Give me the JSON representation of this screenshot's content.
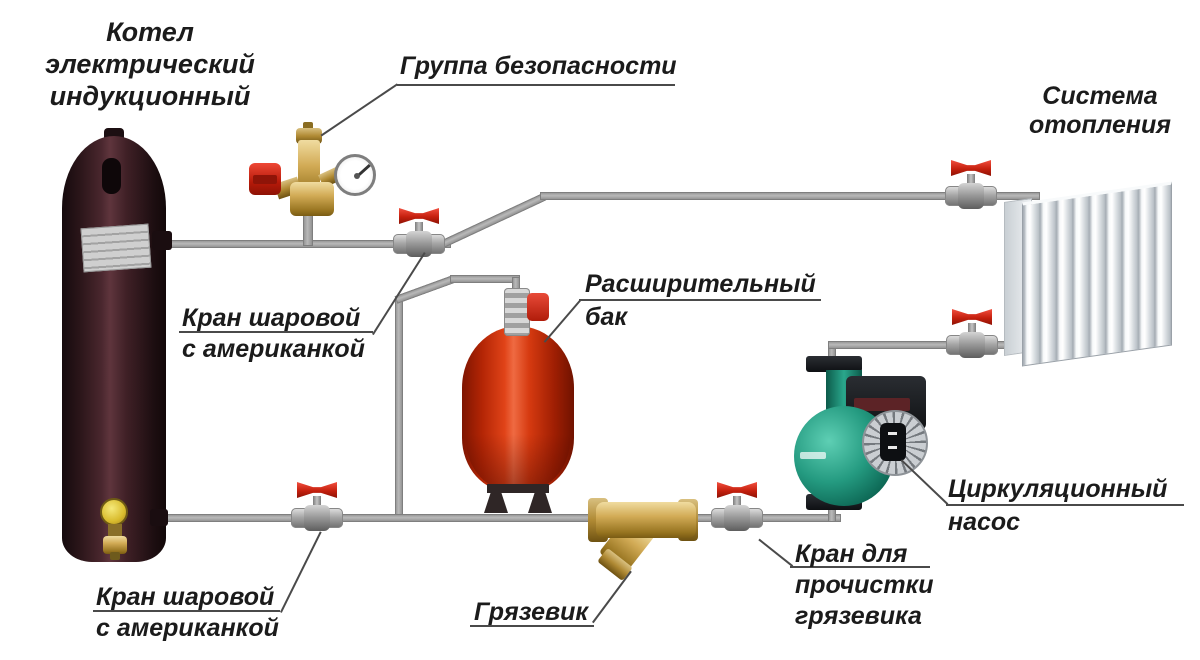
{
  "diagram": {
    "labels": {
      "boiler_line1": "Котел электрический",
      "boiler_line2": "индукционный",
      "safety_group": "Группа безопасности",
      "heating_line1": "Система",
      "heating_line2": "отопления",
      "ball_valve_top_line1": "Кран шаровой",
      "ball_valve_top_line2": "с американкой",
      "expansion_line1": "Расширительный",
      "expansion_line2": "бак",
      "pump_line1": "Циркуляционный",
      "pump_line2": "насос",
      "strainer": "Грязевик",
      "strainer_valve_line1": "Кран для",
      "strainer_valve_line2": "прочистки",
      "strainer_valve_line3": "грязевика",
      "ball_valve_bottom_line1": "Кран шаровой",
      "ball_valve_bottom_line2": "с американкой"
    },
    "colors": {
      "pipe_gray": "#9c9c9c",
      "valve_handle_red": "#c6200e",
      "boiler_maroon": "#3f2026",
      "expansion_tank_red": "#d63a10",
      "pump_teal": "#249a80",
      "brass": "#d2ab56",
      "radiator_light": "#e8ecef",
      "label_text": "#1b1b1b"
    }
  }
}
